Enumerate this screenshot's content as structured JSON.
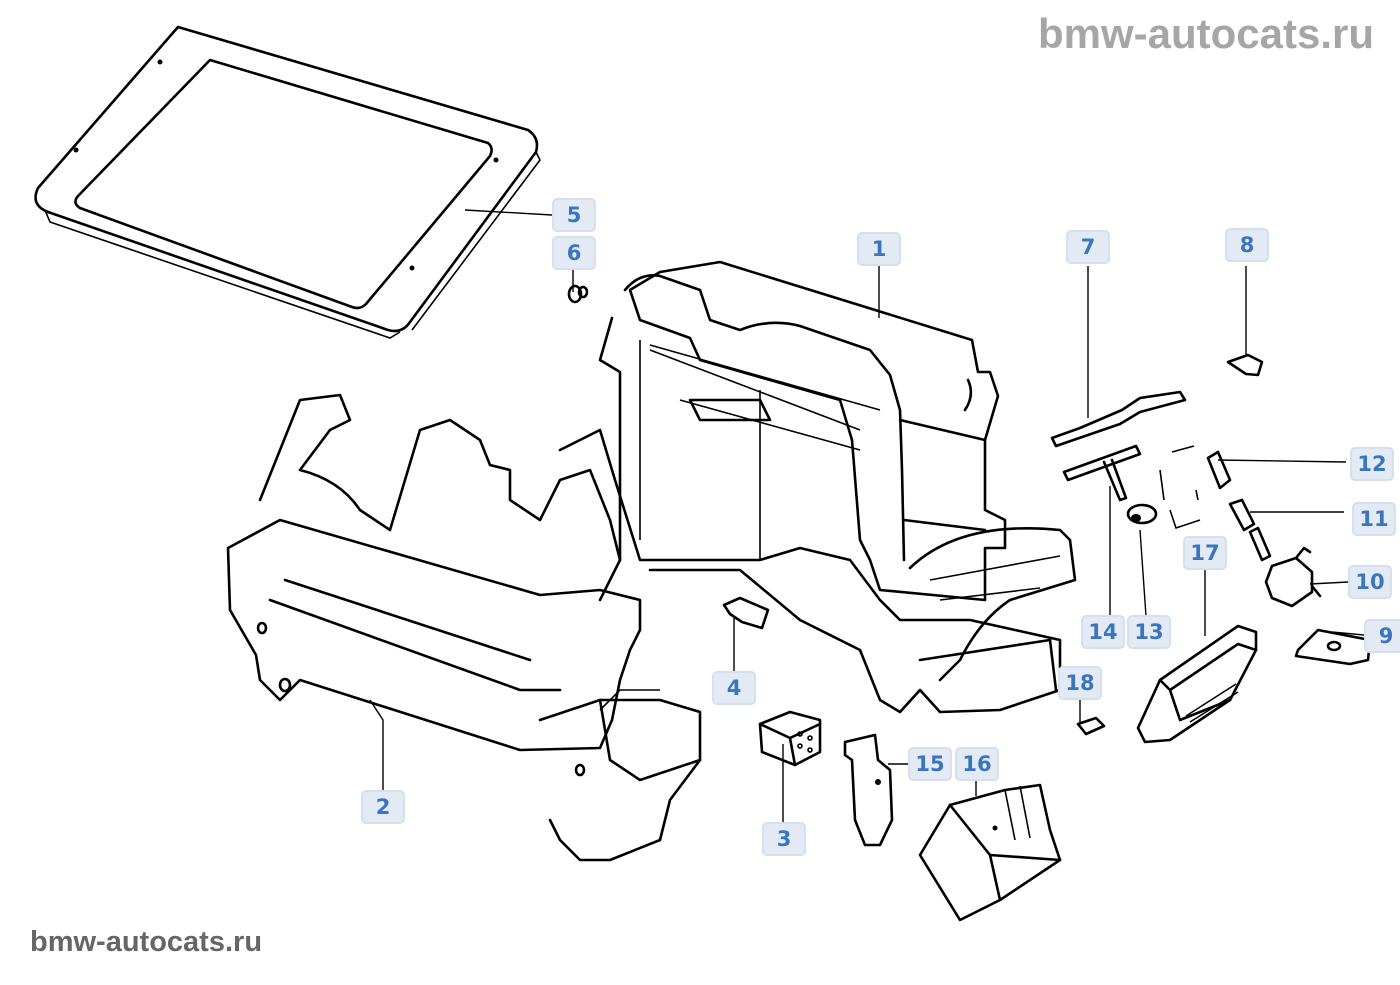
{
  "diagram": {
    "title": "Heater housing / air duct assembly exploded parts diagram",
    "watermarks": {
      "top_right": "bmw-autocats.ru",
      "bottom_left": "bmw-autocats.ru"
    },
    "colors": {
      "callout_text": "#3a76c0",
      "callout_bg": "#e4eaf3",
      "callout_border": "#d6dfec",
      "watermark_top": "#a6a6a6",
      "watermark_bottom": "#666666",
      "line_art": "#000000"
    },
    "callouts": [
      {
        "id": "1",
        "label": "1",
        "part": "main-duct-housing"
      },
      {
        "id": "2",
        "label": "2",
        "part": "lower-duct-frame"
      },
      {
        "id": "3",
        "label": "3",
        "part": "connector-block"
      },
      {
        "id": "4",
        "label": "4",
        "part": "clip"
      },
      {
        "id": "5",
        "label": "5",
        "part": "gasket-frame"
      },
      {
        "id": "6",
        "label": "6",
        "part": "clip-nut"
      },
      {
        "id": "7",
        "label": "7",
        "part": "bracket-strip"
      },
      {
        "id": "8",
        "label": "8",
        "part": "expanding-rivet"
      },
      {
        "id": "9",
        "label": "9",
        "part": "mounting-plate"
      },
      {
        "id": "10",
        "label": "10",
        "part": "distributor-valve"
      },
      {
        "id": "11",
        "label": "11",
        "part": "hose-connector"
      },
      {
        "id": "12",
        "label": "12",
        "part": "hose-connector-end"
      },
      {
        "id": "13",
        "label": "13",
        "part": "grommet"
      },
      {
        "id": "14",
        "label": "14",
        "part": "t-piece-hose"
      },
      {
        "id": "15",
        "label": "15",
        "part": "holder-bracket"
      },
      {
        "id": "16",
        "label": "16",
        "part": "air-outlet-left"
      },
      {
        "id": "17",
        "label": "17",
        "part": "air-outlet-right"
      },
      {
        "id": "18",
        "label": "18",
        "part": "screw-pin"
      }
    ]
  }
}
